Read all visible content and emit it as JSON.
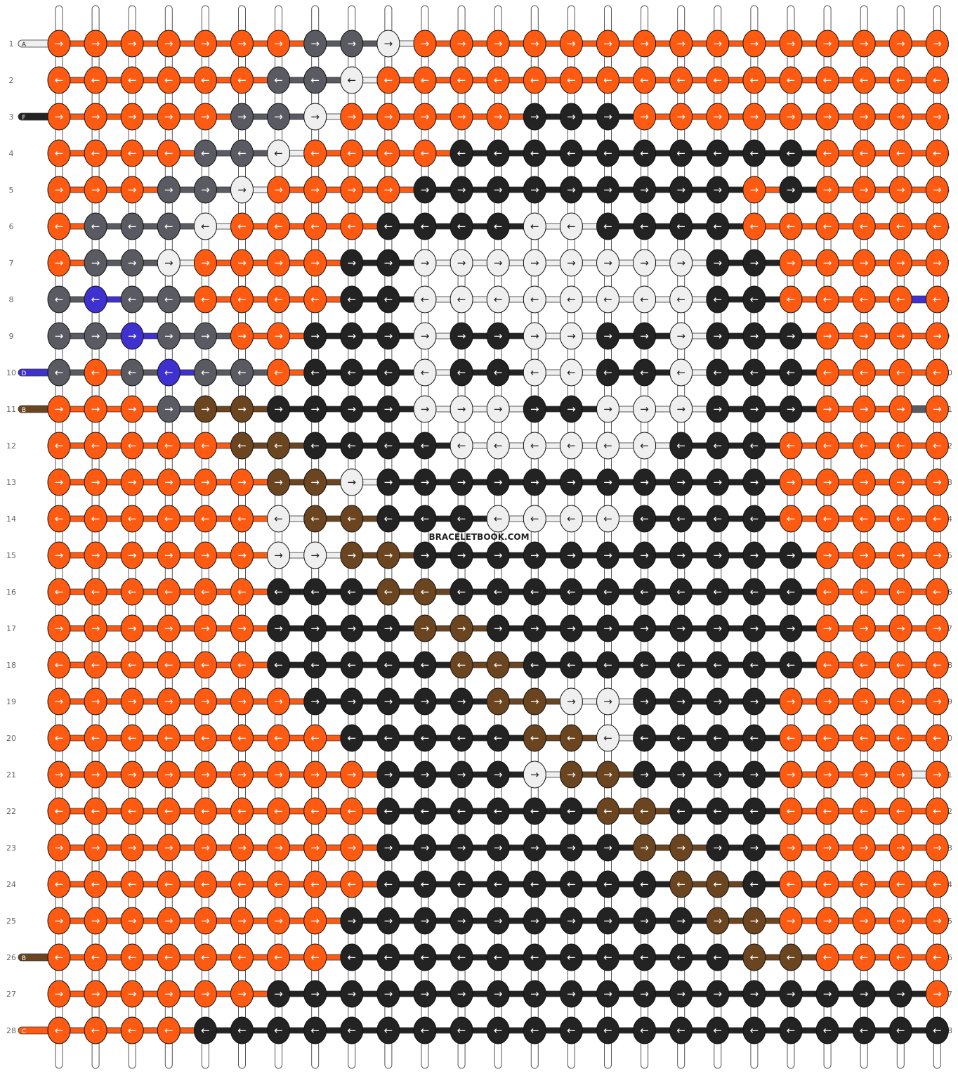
{
  "pattern": {
    "watermark": "BRACELETBOOK.COM",
    "colors": {
      "A": "#efefef",
      "B": "#6b4420",
      "C": "#ff5a12",
      "D": "#3f30d0",
      "E": "#5a5a62",
      "F": "#232323"
    },
    "left_labels": [
      {
        "row": 1,
        "letter": "A"
      },
      {
        "row": 3,
        "letter": "F"
      },
      {
        "row": 10,
        "letter": "D"
      },
      {
        "row": 11,
        "letter": "B"
      },
      {
        "row": 26,
        "letter": "B"
      },
      {
        "row": 28,
        "letter": "C"
      }
    ],
    "right_labels": [
      {
        "row": 8,
        "letter": "D"
      },
      {
        "row": 11,
        "letter": "E"
      },
      {
        "row": 21,
        "letter": "A"
      }
    ],
    "row_numbers": [
      "1",
      "2",
      "3",
      "4",
      "5",
      "6",
      "7",
      "8",
      "9",
      "10",
      "11",
      "12",
      "13",
      "14",
      "15",
      "16",
      "17",
      "18",
      "19",
      "20",
      "21",
      "22",
      "23",
      "24",
      "25",
      "26",
      "27",
      "28"
    ],
    "rows": [
      "CCCCCCCEEACCCCCCCCCCCCCCC",
      "CCCCCCEEACCCCCCCCCCCCCCCC",
      "CCCCCEEACCCCCFFFCCCCCCCCC",
      "CCCCEEACCCCFFFFFFFFFFCCCC",
      "CCCEEACCCCFFFFFFFFFCFCCCC",
      "CEEEACCCCFFFFAAFFFFCCCCCC",
      "CEEACCCCFFAAAAAAAAFFCCCCC",
      "EDEECCCCFFAAAAAAAAFFCCCCC",
      "EEDEECCFFFAFFAAFFAFFFCCCC",
      "ECEDEECFFFAFFAAFFAFFFCCCC",
      "CCCEBBFFFFAAAFFAAAFFFCCCC",
      "CCCCCBBFFFFAAAAAAFFFCCCCC",
      "CCCCCCBBAFFFFFFFFFFFCCCCC",
      "CCCCCCABBFFFAAAAFFFFCCCCC",
      "CCCCCCAABBFFFFFFFFFFFCCCC",
      "CCCCCCFFFBBFFFFFFFFFFCCCC",
      "CCCCCCFFFFBBFFFFFFFFFCCCC",
      "CCCCCCFFFFFBBFFFFFFFFCCCC",
      "CCCCCCCFFFFFBBAAFFFFCCCCC",
      "CCCCCCCCFFFFFBBAFFFFCCCCC",
      "CCCCCCCCCFFFFABBFFFFCCCCC",
      "CCCCCCCCCFFFFFFBBFFFCCCCC",
      "CCCCCCCCCFFFFFFFBBFFCCCCC",
      "CCCCCCCCCFFFFFFFFBBFCCCCC",
      "CCCCCCCCFFFFFFFFFFBBCCCCC",
      "CCCCCCCCFFFFFFFFFFFBBCCCC",
      "CCCCCCFFFFFFFFFFFFFFFFFFC",
      "CCCCFFFFFFFFFFFFFFFFFFFFF"
    ]
  }
}
